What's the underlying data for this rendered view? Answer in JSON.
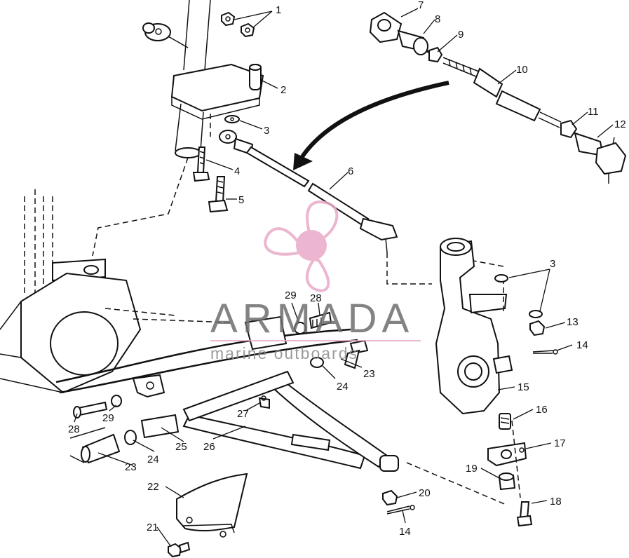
{
  "watermark": {
    "brand": "ARMADA",
    "tagline": "marine outboards",
    "logo_color": "#e9a9c8",
    "text_color": "#6e6e6e"
  },
  "callouts": [
    {
      "id": "c1",
      "label": "1"
    },
    {
      "id": "c2",
      "label": "2"
    },
    {
      "id": "c3a",
      "label": "3"
    },
    {
      "id": "c3b",
      "label": "3"
    },
    {
      "id": "c4",
      "label": "4"
    },
    {
      "id": "c5",
      "label": "5"
    },
    {
      "id": "c6",
      "label": "6"
    },
    {
      "id": "c7",
      "label": "7"
    },
    {
      "id": "c8",
      "label": "8"
    },
    {
      "id": "c9",
      "label": "9"
    },
    {
      "id": "c10",
      "label": "10"
    },
    {
      "id": "c11",
      "label": "11"
    },
    {
      "id": "c12",
      "label": "12"
    },
    {
      "id": "c13",
      "label": "13"
    },
    {
      "id": "c14a",
      "label": "14"
    },
    {
      "id": "c14b",
      "label": "14"
    },
    {
      "id": "c15",
      "label": "15"
    },
    {
      "id": "c16",
      "label": "16"
    },
    {
      "id": "c17",
      "label": "17"
    },
    {
      "id": "c18",
      "label": "18"
    },
    {
      "id": "c19",
      "label": "19"
    },
    {
      "id": "c20",
      "label": "20"
    },
    {
      "id": "c21",
      "label": "21"
    },
    {
      "id": "c22",
      "label": "22"
    },
    {
      "id": "c23a",
      "label": "23"
    },
    {
      "id": "c23b",
      "label": "23"
    },
    {
      "id": "c24a",
      "label": "24"
    },
    {
      "id": "c24b",
      "label": "24"
    },
    {
      "id": "c25",
      "label": "25"
    },
    {
      "id": "c26",
      "label": "26"
    },
    {
      "id": "c27",
      "label": "27"
    },
    {
      "id": "c28a",
      "label": "28"
    },
    {
      "id": "c28b",
      "label": "28"
    },
    {
      "id": "c29a",
      "label": "29"
    },
    {
      "id": "c29b",
      "label": "29"
    }
  ]
}
